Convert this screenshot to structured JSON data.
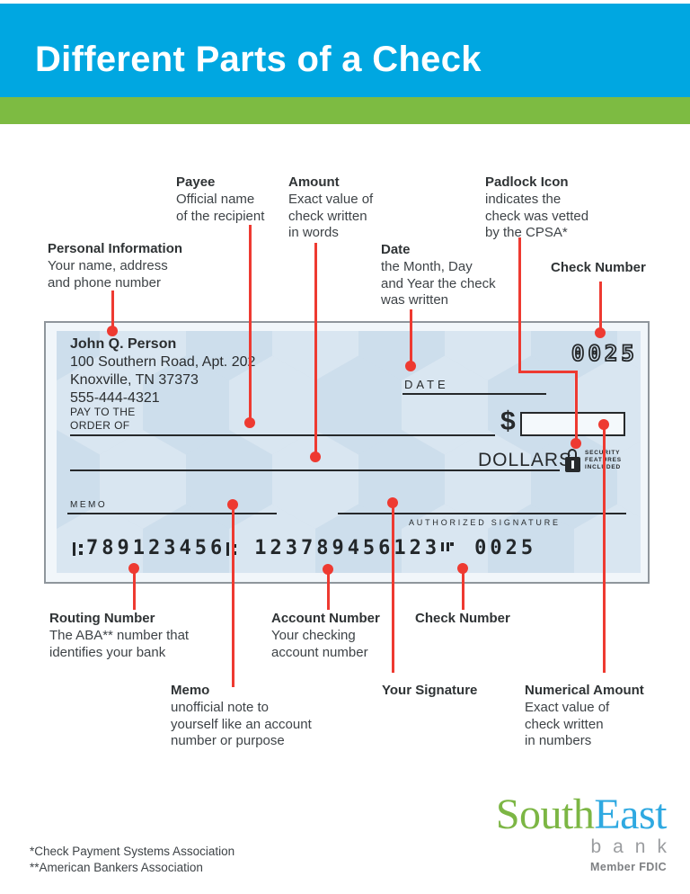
{
  "page": {
    "title": "Different Parts of a Check"
  },
  "notes": {
    "personal_information": {
      "title": "Personal Information",
      "lines": [
        "Your name, address",
        "and phone number"
      ]
    },
    "payee": {
      "title": "Payee",
      "lines": [
        "Official name",
        "of the recipient"
      ]
    },
    "amount": {
      "title": "Amount",
      "lines": [
        "Exact value of",
        "check written",
        "in words"
      ]
    },
    "date": {
      "title": "Date",
      "lines": [
        "the Month, Day",
        "and Year the check",
        "was written"
      ]
    },
    "padlock_icon": {
      "title": "Padlock Icon",
      "lines": [
        "indicates the",
        "check was vetted",
        "by the CPSA*"
      ]
    },
    "check_number_top": {
      "title": "Check Number"
    },
    "routing_number": {
      "title": "Routing Number",
      "lines": [
        "The ABA** number that",
        "identifies your bank"
      ]
    },
    "account_number": {
      "title": "Account Number",
      "lines": [
        "Your checking",
        "account number"
      ]
    },
    "check_number_bottom": {
      "title": "Check Number"
    },
    "memo": {
      "title": "Memo",
      "lines": [
        "unofficial note to",
        "yourself like an account",
        "number or purpose"
      ]
    },
    "your_signature": {
      "title": "Your Signature"
    },
    "numerical_amount": {
      "title": "Numerical Amount",
      "lines": [
        "Exact value of",
        "check written",
        "in numbers"
      ]
    }
  },
  "check": {
    "account_holder": {
      "name": "John Q. Person",
      "address_line1": "100 Southern Road, Apt. 202",
      "address_line2": "Knoxville, TN 37373",
      "phone": "555-444-4321"
    },
    "pay_to_the": "PAY TO THE",
    "order_of": "ORDER OF",
    "date_label": "DATE",
    "dollar_sign": "$",
    "dollars_label": "DOLLARS",
    "security_badge": [
      "SECURITY",
      "FEATURES",
      "INCLUDED"
    ],
    "memo_label": "MEMO",
    "authorized_signature_label": "AUTHORIZED SIGNATURE",
    "check_number": "0025",
    "micr_routing": "789123456",
    "micr_account": "123789456123",
    "micr_check_number": "0025"
  },
  "footnotes": {
    "line1": "*Check Payment Systems Association",
    "line2": "**American Bankers Association"
  },
  "logo": {
    "south": "South",
    "east": "East",
    "bank": "bank",
    "member": "Member FDIC"
  },
  "colors": {
    "header_blue": "#00A7E1",
    "stripe_green": "#7DBB42",
    "connector_red": "#EE3A31",
    "check_background": "#D3E2EF",
    "logo_green": "#7CB644",
    "logo_blue": "#2FA9E1"
  }
}
